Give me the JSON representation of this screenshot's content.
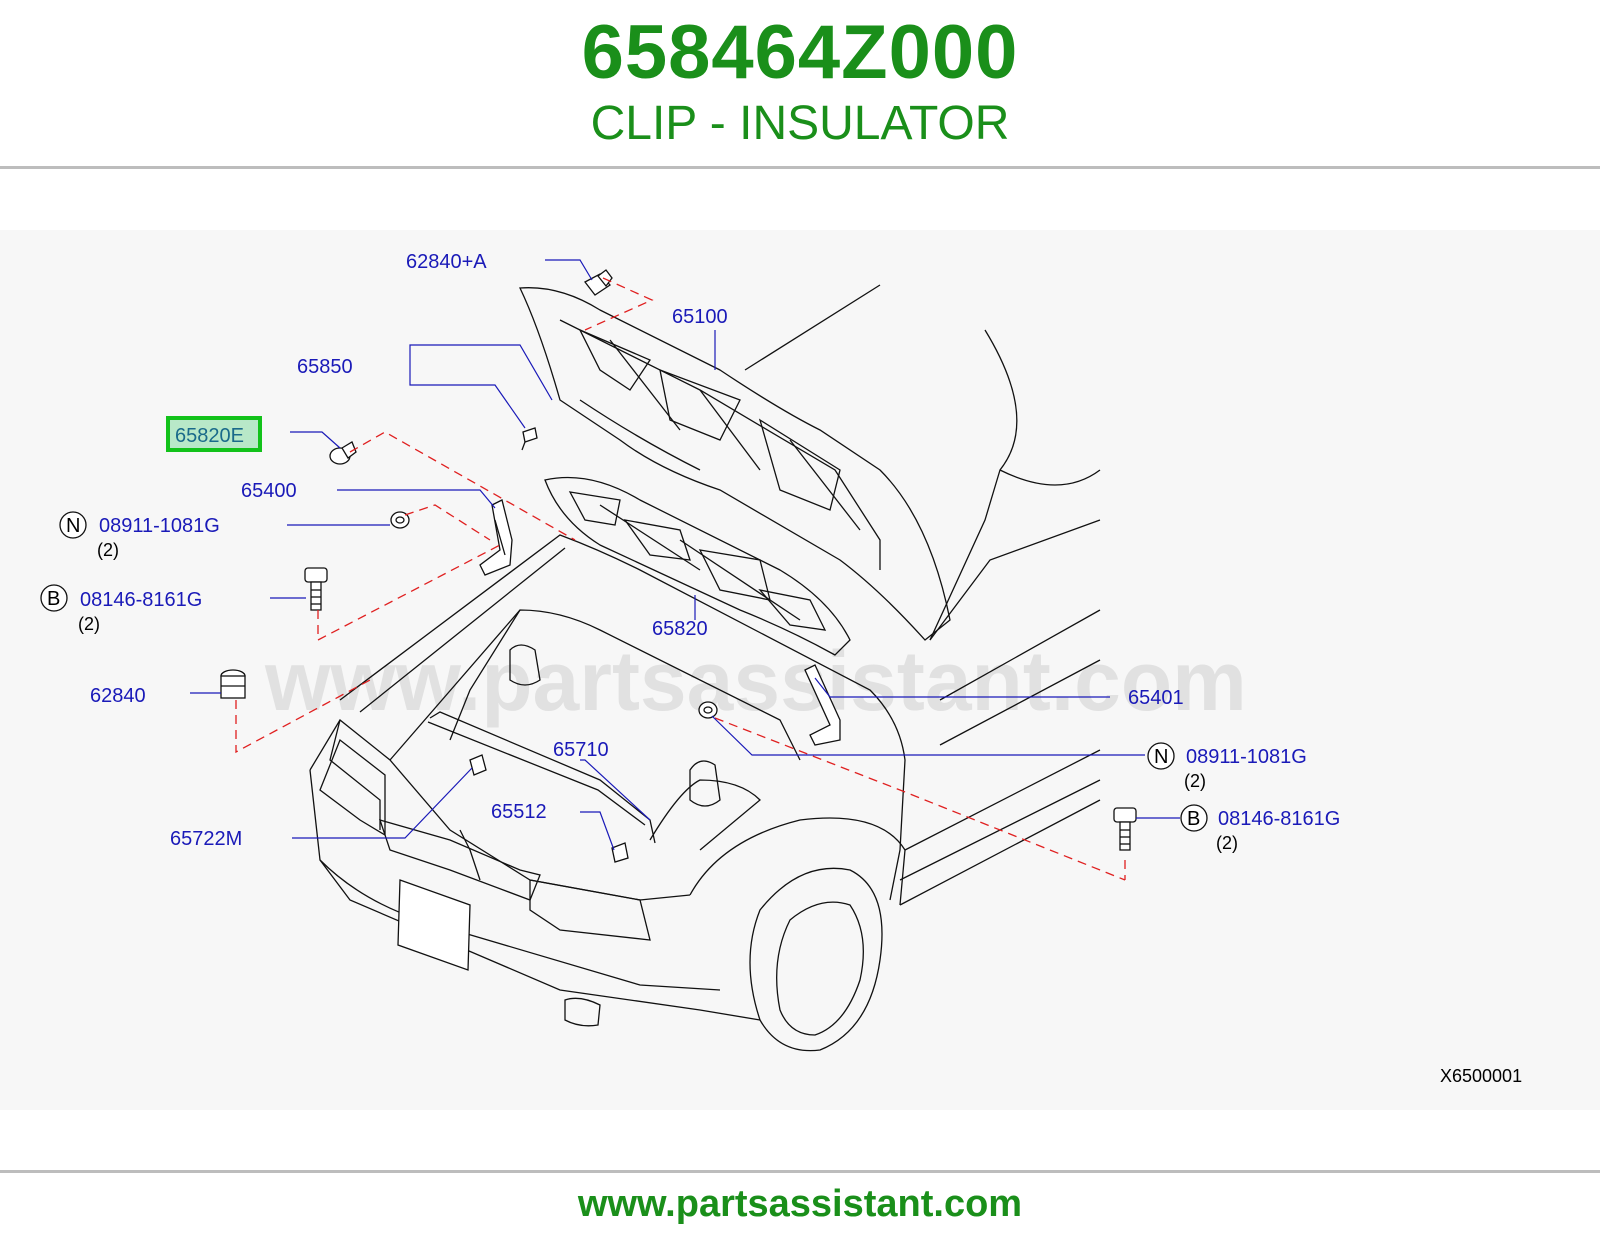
{
  "header": {
    "part_number": "658464Z000",
    "part_name": "CLIP - INSULATOR"
  },
  "diagram": {
    "watermark": "www.partsassistant.com",
    "drawing_code": "X6500001",
    "highlighted_part": "65820E",
    "colors": {
      "title_green": "#1a8f1a",
      "label_blue": "#1a1ab8",
      "highlight_border": "#12c21a",
      "dash_red": "#e02020"
    },
    "labels": {
      "p62840A": "62840+A",
      "p65100": "65100",
      "p65850": "65850",
      "p65820E": "65820E",
      "p65400": "65400",
      "p08911_left": "08911-1081G",
      "p08911_left_qty": "(2)",
      "p08146_left": "08146-8161G",
      "p08146_left_qty": "(2)",
      "p65820": "65820",
      "p62840": "62840",
      "p65401": "65401",
      "p65710": "65710",
      "p08911_right": "08911-1081G",
      "p08911_right_qty": "(2)",
      "p65512": "65512",
      "p65722M": "65722M",
      "p08146_right": "08146-8161G",
      "p08146_right_qty": "(2)"
    },
    "symbols": {
      "nut": "N",
      "bolt": "B"
    }
  },
  "footer": {
    "url": "www.partsassistant.com"
  }
}
